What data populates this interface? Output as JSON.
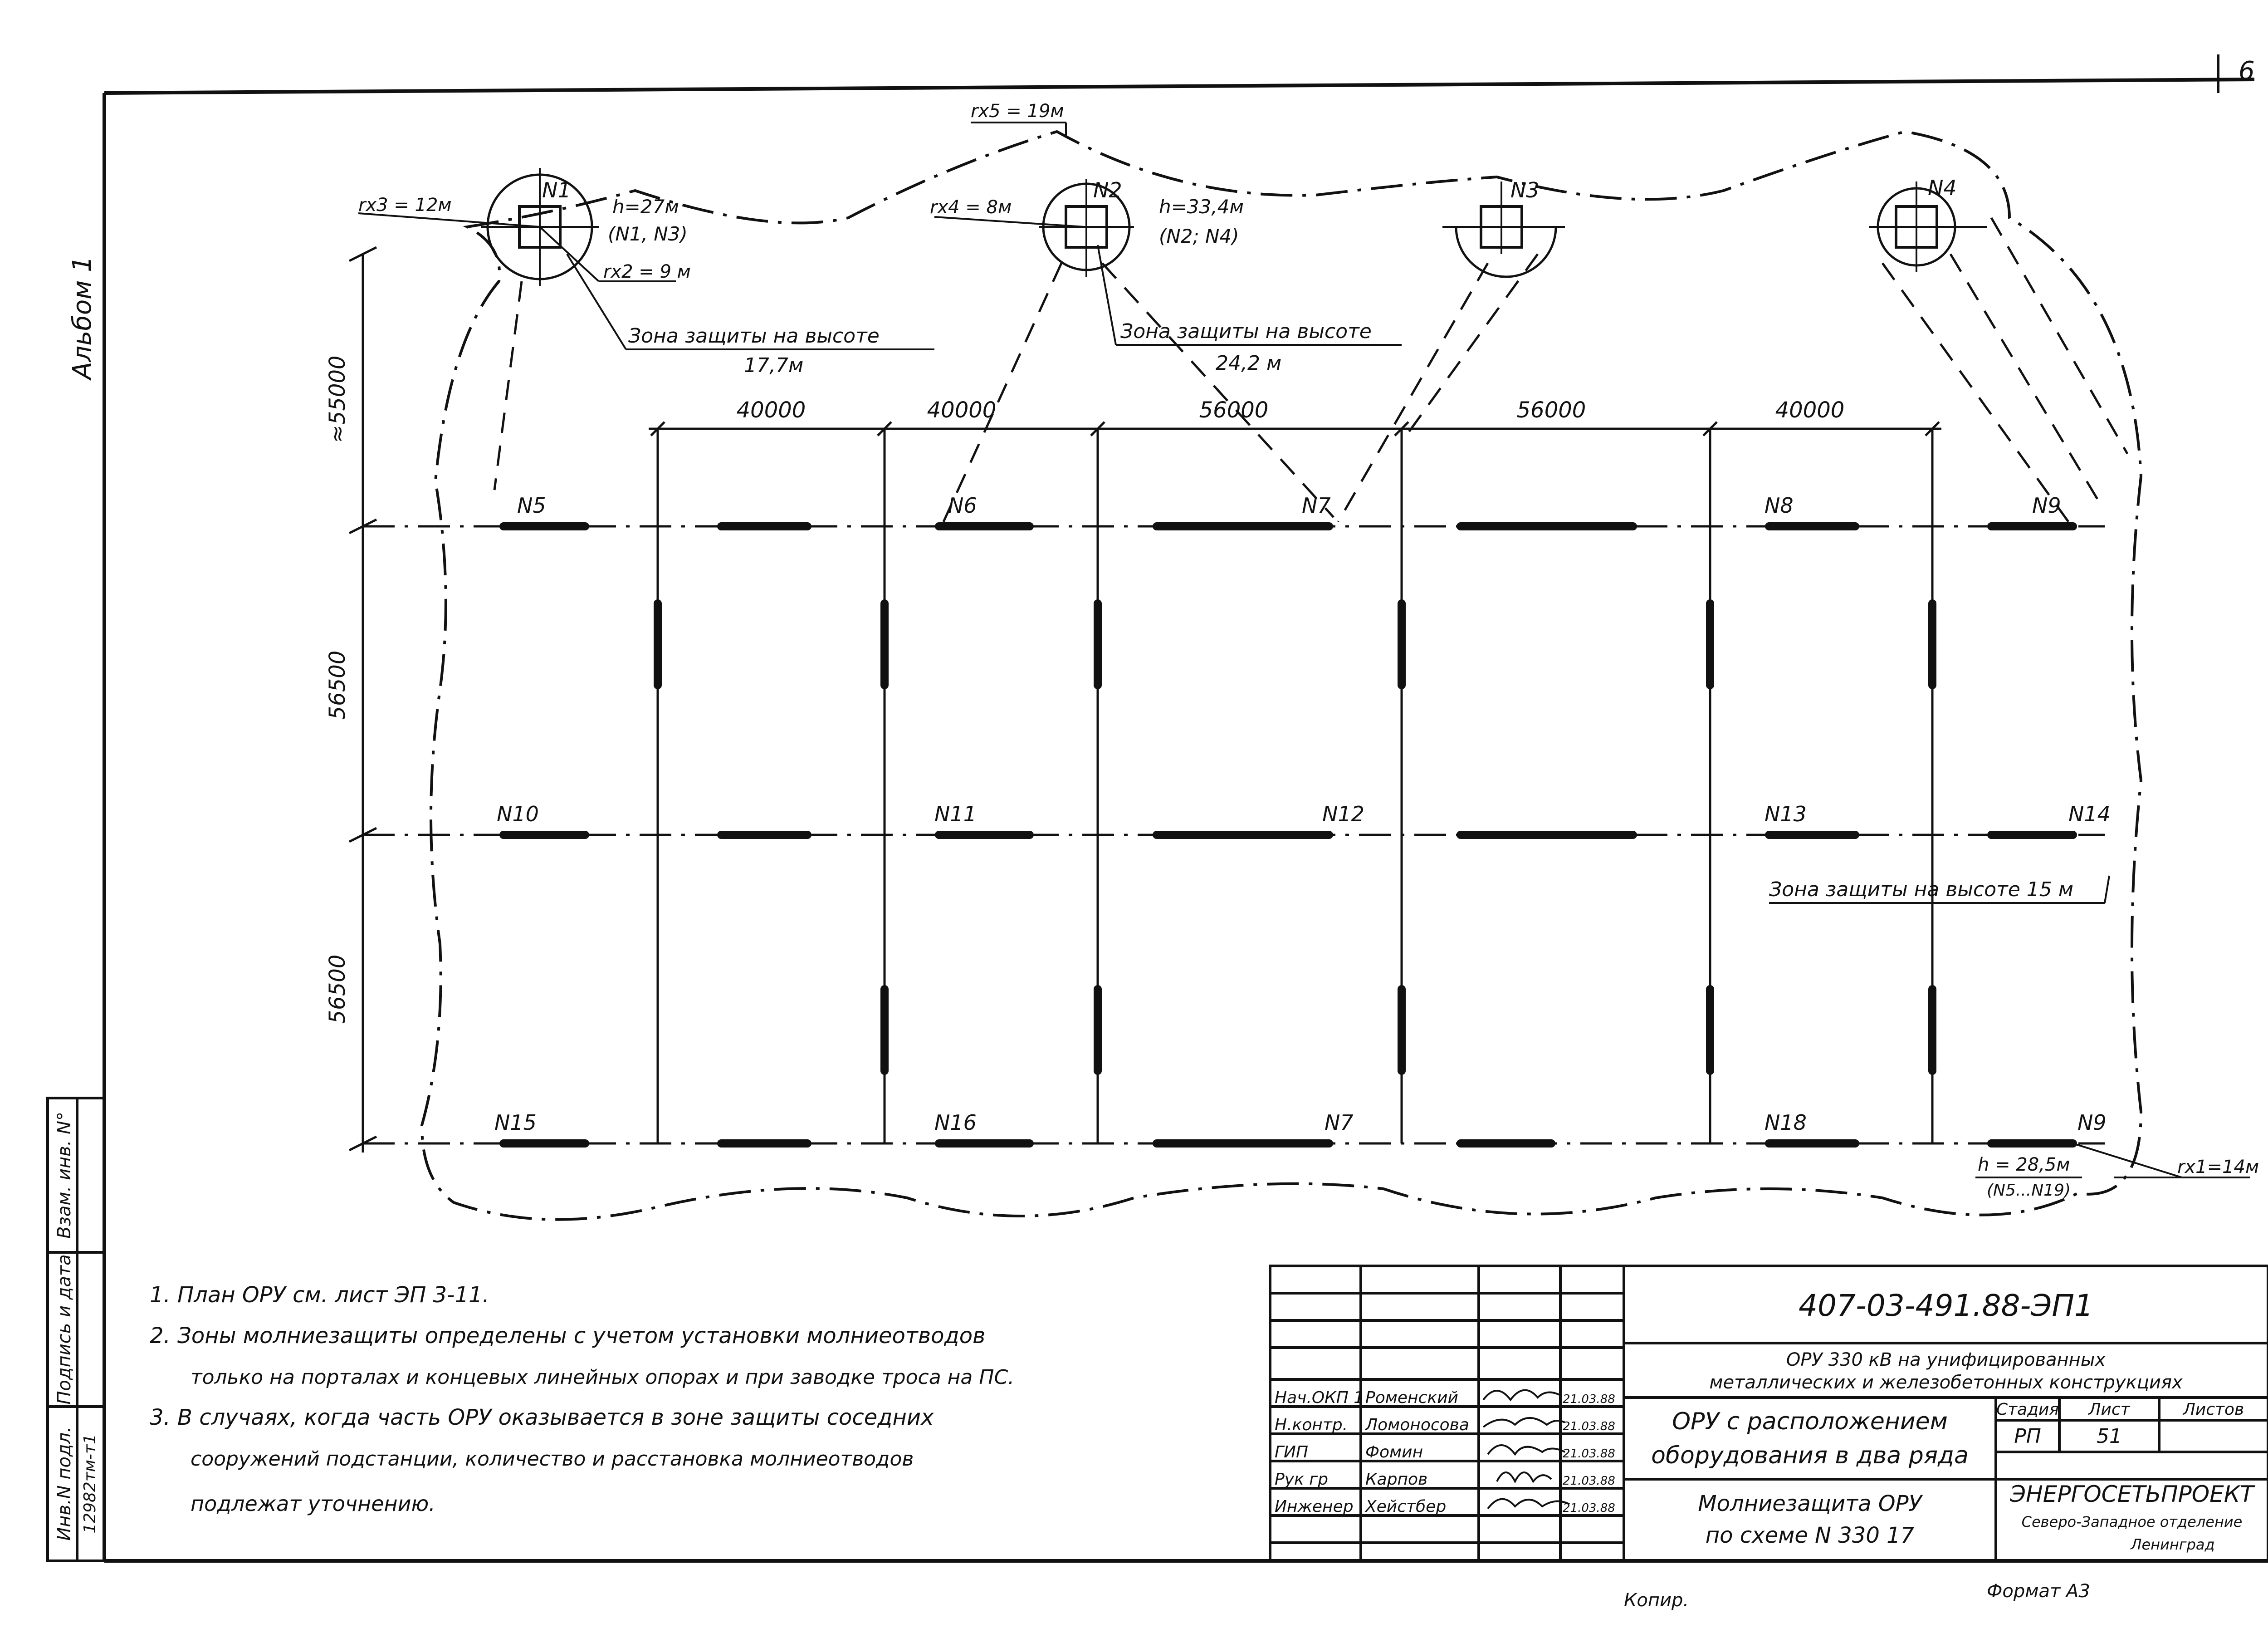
{
  "sheet_number": "6",
  "album_label": "Альбом 1",
  "towers": [
    {
      "id": "tower-1",
      "label": "N1"
    },
    {
      "id": "tower-2",
      "label": "N2"
    },
    {
      "id": "tower-3",
      "label": "N3"
    },
    {
      "id": "tower-4",
      "label": "N4"
    }
  ],
  "radius_labels": {
    "rx3": "rx3 = 12м",
    "rx2": "rx2 = 9 м",
    "rx5": "rx5 = 19м",
    "rx4": "rx4 = 8м",
    "rx1": "rx1=14м"
  },
  "height_labels": {
    "h1": "h=27м",
    "h1_towers": "(N1, N3)",
    "h2": "h=33,4м",
    "h2_towers": "(N2; N4)",
    "h3": "h = 28,5м",
    "h3_towers": "(N5...N19)"
  },
  "zone_labels": {
    "zone1_title": "Зона защиты на высоте",
    "zone1_height": "17,7м",
    "zone2_title": "Зона защиты на высоте",
    "zone2_height": "24,2 м",
    "zone3": "Зона защиты на высоте 15 м"
  },
  "dimensions": {
    "top_spans": [
      "40000",
      "40000",
      "56000",
      "56000",
      "40000"
    ],
    "left_top": "≈55000",
    "left_mid": "56500",
    "left_bot": "56500"
  },
  "row1_labels": [
    "N5",
    "N6",
    "N7",
    "N8",
    "N9"
  ],
  "row2_labels": [
    "N10",
    "N11",
    "N12",
    "N13",
    "N14"
  ],
  "row3_labels": [
    "N15",
    "N16",
    "N7",
    "N18",
    "N9"
  ],
  "notes": [
    "1. План ОРУ см. лист ЭП 3-11.",
    "2. Зоны молниезащиты определены с учетом установки молниеотводов",
    "только на порталах и концевых линейных опорах и при заводке троса на ПС.",
    "3. В случаях, когда часть ОРУ оказывается в зоне защиты соседних",
    "сооружений подстанции, количество и расстановка молниеотводов",
    "подлежат уточнению."
  ],
  "side_stamp": {
    "inv_label": "Инв.N подл.",
    "inv_value": "12982тм-т1",
    "sign_label": "Подпись и дата",
    "swap_label": "Взам. инв. N°"
  },
  "title_block": {
    "code": "407-03-491.88-ЭП1",
    "project_line1": "ОРУ 330 кВ на унифицированных",
    "project_line2": "металлических и железобетонных конструкциях",
    "sheet_title_1": "ОРУ с расположением",
    "sheet_title_2": "оборудования в два ряда",
    "drawing_title_1": "Молниезащита ОРУ",
    "drawing_title_2": "по схеме N 330 17",
    "stage_header": "Стадия",
    "sheet_header": "Лист",
    "sheets_header": "Листов",
    "stage_value": "РП",
    "sheet_value": "51",
    "sheets_value": "",
    "org_name": "ЭНЕРГОСЕТЬПРОЕКТ",
    "org_branch": "Северо-Западное отделение",
    "org_city": "Ленинград",
    "staff": [
      {
        "role": "Нач.ОКП 1",
        "name": "Роменский",
        "date": "21.03.88"
      },
      {
        "role": "Н.контр.",
        "name": "Ломоносова",
        "date": "21.03.88"
      },
      {
        "role": "ГИП",
        "name": "Фомин",
        "date": "21.03.88"
      },
      {
        "role": "Рук гр",
        "name": "Карпов",
        "date": "21.03.88"
      },
      {
        "role": "Инженер",
        "name": "Хейстбер",
        "date": "21.03.88"
      }
    ]
  },
  "footer": {
    "copy": "Копир.",
    "format": "Формат А3"
  }
}
